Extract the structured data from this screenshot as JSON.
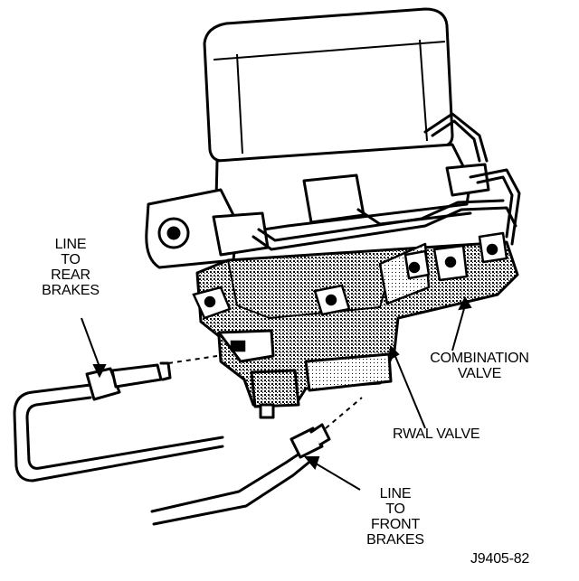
{
  "labels": {
    "rear": [
      "LINE",
      "TO",
      "REAR",
      "BRAKES"
    ],
    "combination": [
      "COMBINATION",
      "VALVE"
    ],
    "rwal": "RWAL VALVE",
    "front": [
      "LINE",
      "TO",
      "FRONT",
      "BRAKES"
    ],
    "figure_id": "J9405-82"
  },
  "colors": {
    "ink": "#000000",
    "paper": "#ffffff",
    "shade": "#9a9a9a"
  }
}
